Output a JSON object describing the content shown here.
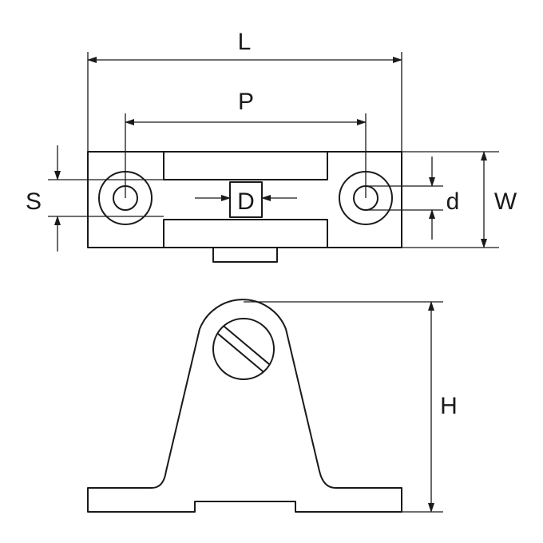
{
  "labels": {
    "overall_length": "L",
    "hole_pitch": "P",
    "slot_offset": "S",
    "pin_diameter": "D",
    "hole_diameter": "d",
    "width": "W",
    "height": "H"
  }
}
